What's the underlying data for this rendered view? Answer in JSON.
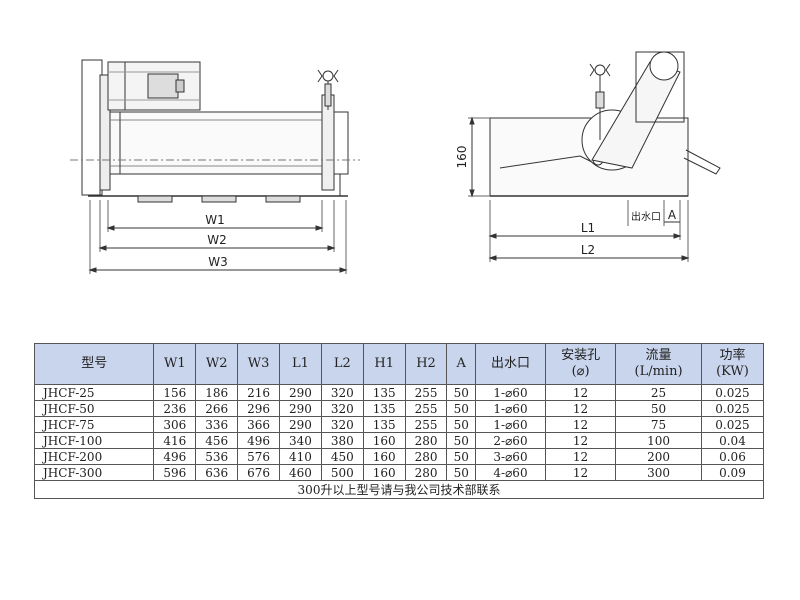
{
  "drawing": {
    "front_labels": {
      "w1": "W1",
      "w2": "W2",
      "w3": "W3"
    },
    "side_labels": {
      "h": "160",
      "l1": "L1",
      "l2": "L2",
      "outlet": "出水口",
      "a": "A"
    }
  },
  "table": {
    "headers": [
      [
        "型号"
      ],
      [
        "W1"
      ],
      [
        "W2"
      ],
      [
        "W3"
      ],
      [
        "L1"
      ],
      [
        "L2"
      ],
      [
        "H1"
      ],
      [
        "H2"
      ],
      [
        "A"
      ],
      [
        "出水口"
      ],
      [
        "安装孔",
        "(⌀)"
      ],
      [
        "流量",
        "(L/min)"
      ],
      [
        "功率",
        "(KW)"
      ]
    ],
    "rows": [
      [
        "JHCF-25",
        "156",
        "186",
        "216",
        "290",
        "320",
        "135",
        "255",
        "50",
        "1-⌀60",
        "12",
        "25",
        "0.025"
      ],
      [
        "JHCF-50",
        "236",
        "266",
        "296",
        "290",
        "320",
        "135",
        "255",
        "50",
        "1-⌀60",
        "12",
        "50",
        "0.025"
      ],
      [
        "JHCF-75",
        "306",
        "336",
        "366",
        "290",
        "320",
        "135",
        "255",
        "50",
        "1-⌀60",
        "12",
        "75",
        "0.025"
      ],
      [
        "JHCF-100",
        "416",
        "456",
        "496",
        "340",
        "380",
        "160",
        "280",
        "50",
        "2-⌀60",
        "12",
        "100",
        "0.04"
      ],
      [
        "JHCF-200",
        "496",
        "536",
        "576",
        "410",
        "450",
        "160",
        "280",
        "50",
        "3-⌀60",
        "12",
        "200",
        "0.06"
      ],
      [
        "JHCF-300",
        "596",
        "636",
        "676",
        "460",
        "500",
        "160",
        "280",
        "50",
        "4-⌀60",
        "12",
        "300",
        "0.09"
      ]
    ],
    "footer": "300升以上型号请与我公司技术部联系",
    "header_bg": "#c9d5ec"
  }
}
